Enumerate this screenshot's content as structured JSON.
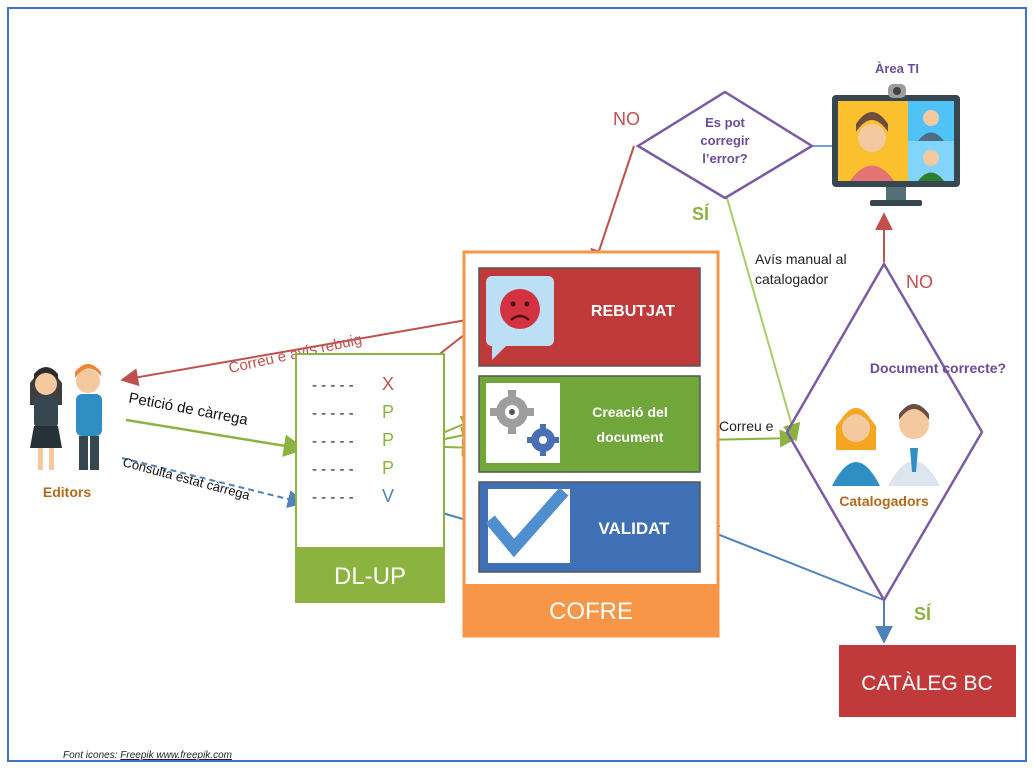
{
  "colors": {
    "frame": "#4472c4",
    "red": "#c0504d",
    "red_box": "#c0393b",
    "green": "#8cb33f",
    "green_box": "#71a73a",
    "blue": "#4f81bd",
    "blue_box": "#3f6fb5",
    "orange": "#f79646",
    "purple": "#7a5ba6",
    "diamond_text": "#6a4d9a",
    "catalog_box": "#c0393b"
  },
  "area_ti": {
    "label": "Àrea TI"
  },
  "decision_fix": {
    "line1": "Es pot",
    "line2": "corregir",
    "line3": "l’error?"
  },
  "decision_doc": {
    "label": "Document  correcte?"
  },
  "labels": {
    "no_top": "NO",
    "si_top": "SÍ",
    "no_right": "NO",
    "si_bottom": "SÍ",
    "avis_line1": "Avís manual al",
    "avis_line2": "catalogador",
    "correu_rebuig": "Correu e avís rebuig",
    "peticio": "Petició de càrrega",
    "consulta": "Consulta estat càrrega",
    "correu_e": "Correu e"
  },
  "editors": {
    "label": "Editors"
  },
  "catalogadors": {
    "label": "Catalogadors"
  },
  "dlup": {
    "title": "DL-UP",
    "rows": [
      {
        "dashes": "- - - - -",
        "status": "X",
        "color": "#c0504d"
      },
      {
        "dashes": "- - - - -",
        "status": "P",
        "color": "#8cb33f"
      },
      {
        "dashes": "- - - - -",
        "status": "P",
        "color": "#8cb33f"
      },
      {
        "dashes": "- - - - -",
        "status": "P",
        "color": "#8cb33f"
      },
      {
        "dashes": "- - - - -",
        "status": "V",
        "color": "#4f81bd"
      }
    ]
  },
  "cofre": {
    "title": "COFRE",
    "rebutjat": "REBUTJAT",
    "creacio_line1": "Creació del",
    "creacio_line2": "document",
    "validat": "VALIDAT"
  },
  "cataleg": {
    "label": "CATÀLEG BC"
  },
  "footer": {
    "prefix": "Font icones: ",
    "link": "Freepik www.freepik.com"
  },
  "icons": [
    "sad-face-icon",
    "gears-icon",
    "checkmark-icon",
    "video-call-icon",
    "editors-people-icon",
    "catalogers-people-icon"
  ]
}
